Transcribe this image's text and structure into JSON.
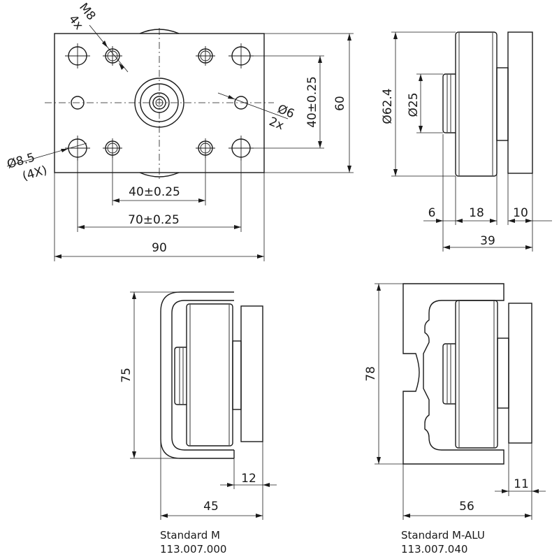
{
  "top_view": {
    "label_m8": "M8",
    "label_4x_a": "4x",
    "label_d6": "Ø6",
    "label_2x": "2x",
    "label_d85": "Ø8.5",
    "label_4x_b": "(4X)",
    "dim_40_vert": "40±0.25",
    "dim_60": "60",
    "dim_40_horiz": "40±0.25",
    "dim_70": "70±0.25",
    "dim_90": "90"
  },
  "side_view": {
    "dim_d624": "Ø62.4",
    "dim_d25": "Ø25",
    "dim_6": "6",
    "dim_18": "18",
    "dim_10": "10",
    "dim_39": "39"
  },
  "standard_m": {
    "dim_75": "75",
    "dim_12": "12",
    "dim_45": "45",
    "name": "Standard M",
    "code": "113.007.000"
  },
  "standard_m_alu": {
    "dim_78": "78",
    "dim_11": "11",
    "dim_56": "56",
    "name": "Standard M-ALU",
    "code": "113.007.040"
  }
}
